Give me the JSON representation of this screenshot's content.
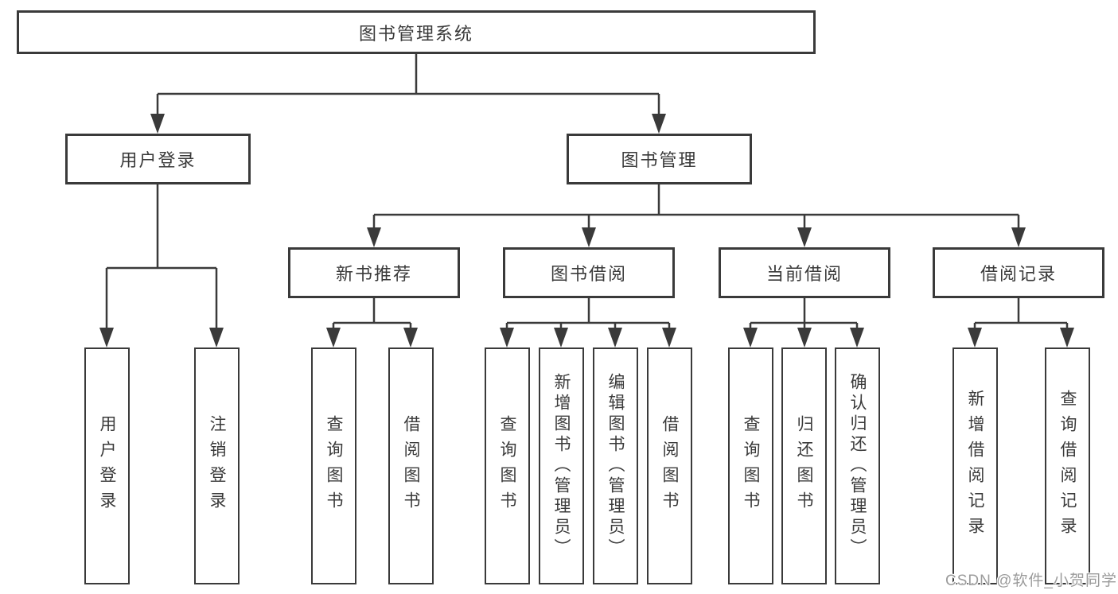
{
  "diagram": {
    "root": "图书管理系统",
    "level2": {
      "user_login": "用户登录",
      "book_mgmt": "图书管理"
    },
    "level3": {
      "new_books": "新书推荐",
      "book_borrow": "图书借阅",
      "current_borrow": "当前借阅",
      "borrow_records": "借阅记录"
    },
    "leaves": {
      "user_login": [
        "用户登录",
        "注销登录"
      ],
      "new_books": [
        "查询图书",
        "借阅图书"
      ],
      "book_borrow": [
        "查询图书",
        "新增图书（管理员）",
        "编辑图书（管理员）",
        "借阅图书"
      ],
      "current_borrow": [
        "查询图书",
        "归还图书",
        "确认归还（管理员）"
      ],
      "borrow_records": [
        "新增借阅记录",
        "查询借阅记录"
      ]
    }
  },
  "watermark": "CSDN @软件_小贺同学",
  "colors": {
    "line": "#3a3a3a",
    "text": "#3a3a3a",
    "box_fill": "#ffffff",
    "watermark": "#9b9b9b",
    "background": "#ffffff"
  }
}
